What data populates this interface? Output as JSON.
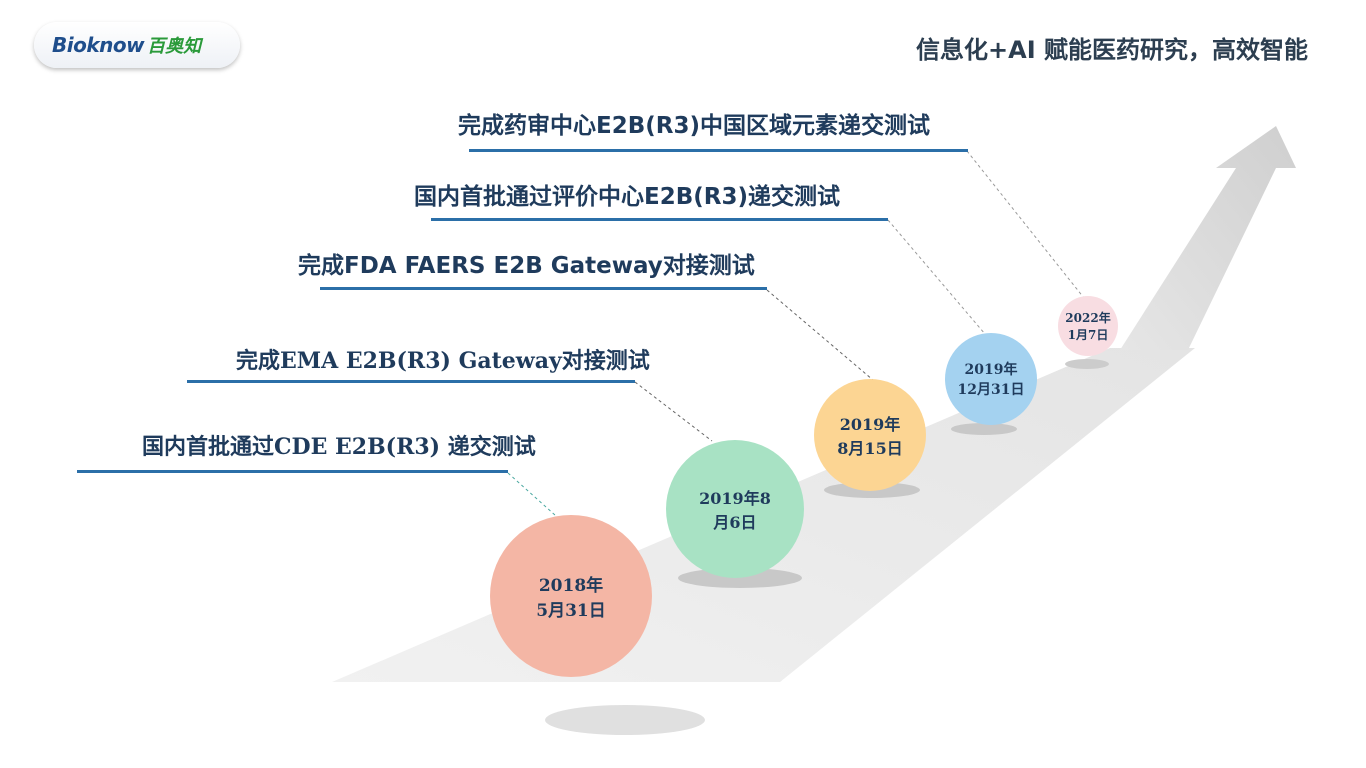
{
  "header": {
    "logo_en": "Bioknow",
    "logo_cn": "百奥知",
    "slogan": "信息化+AI 赋能医药研究，高效智能"
  },
  "milestones": [
    {
      "label": "国内首批通过CDE E2B(R3) 递交测试",
      "date_line1": "2018年",
      "date_line2": "5月31日",
      "color": "#f4b6a5"
    },
    {
      "label": "完成EMA E2B(R3) Gateway对接测试",
      "date_line1": "2019年8",
      "date_line2": "月6日",
      "color": "#a8e2c4"
    },
    {
      "label": "完成FDA FAERS E2B Gateway对接测试",
      "date_line1": "2019年",
      "date_line2": "8月15日",
      "color": "#fcd593"
    },
    {
      "label": "国内首批通过评价中心E2B(R3)递交测试",
      "date_line1": "2019年",
      "date_line2": "12月31日",
      "color": "#a4d2f0"
    },
    {
      "label": "完成药审中心E2B(R3)中国区域元素递交测试",
      "date_line1": "2022年",
      "date_line2": "1月7日",
      "color": "#f8dde2"
    }
  ]
}
